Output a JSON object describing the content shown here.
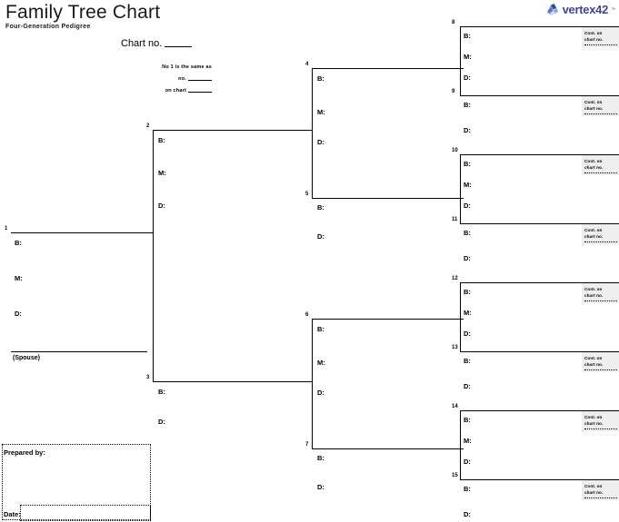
{
  "header": {
    "title": "Family Tree Chart",
    "subtitle": "Four-Generation Pedigree",
    "logo_text": "vertex42",
    "logo_tm": "™",
    "logo_icon": "vertex42-logo-icon"
  },
  "chart_no": {
    "label": "Chart no.",
    "value": ""
  },
  "same_as": {
    "line1": "No 1 is the same as",
    "line2_label": "no.",
    "line2_value": "",
    "line3_label": "on chart",
    "line3_value": ""
  },
  "fields": {
    "birth": "B:",
    "marriage": "M:",
    "death": "D:",
    "spouse": "(Spouse)"
  },
  "continuation": {
    "line1": "Cont. on",
    "line2": "chart no.",
    "value": ""
  },
  "footer": {
    "prepared_by_label": "Prepared by:",
    "prepared_by_value": "",
    "date_label": "Date:",
    "date_value": ""
  },
  "persons": {
    "p1": {
      "number": "1",
      "has_marriage": true,
      "has_spouse": true
    },
    "p2": {
      "number": "2",
      "has_marriage": true
    },
    "p3": {
      "number": "3",
      "has_marriage": false
    },
    "p4": {
      "number": "4",
      "has_marriage": true
    },
    "p5": {
      "number": "5",
      "has_marriage": false
    },
    "p6": {
      "number": "6",
      "has_marriage": true
    },
    "p7": {
      "number": "7",
      "has_marriage": false
    },
    "p8": {
      "number": "8",
      "has_marriage": true
    },
    "p9": {
      "number": "9",
      "has_marriage": false
    },
    "p10": {
      "number": "10",
      "has_marriage": true
    },
    "p11": {
      "number": "11",
      "has_marriage": false
    },
    "p12": {
      "number": "12",
      "has_marriage": true
    },
    "p13": {
      "number": "13",
      "has_marriage": false
    },
    "p14": {
      "number": "14",
      "has_marriage": true
    },
    "p15": {
      "number": "15",
      "has_marriage": false
    }
  }
}
